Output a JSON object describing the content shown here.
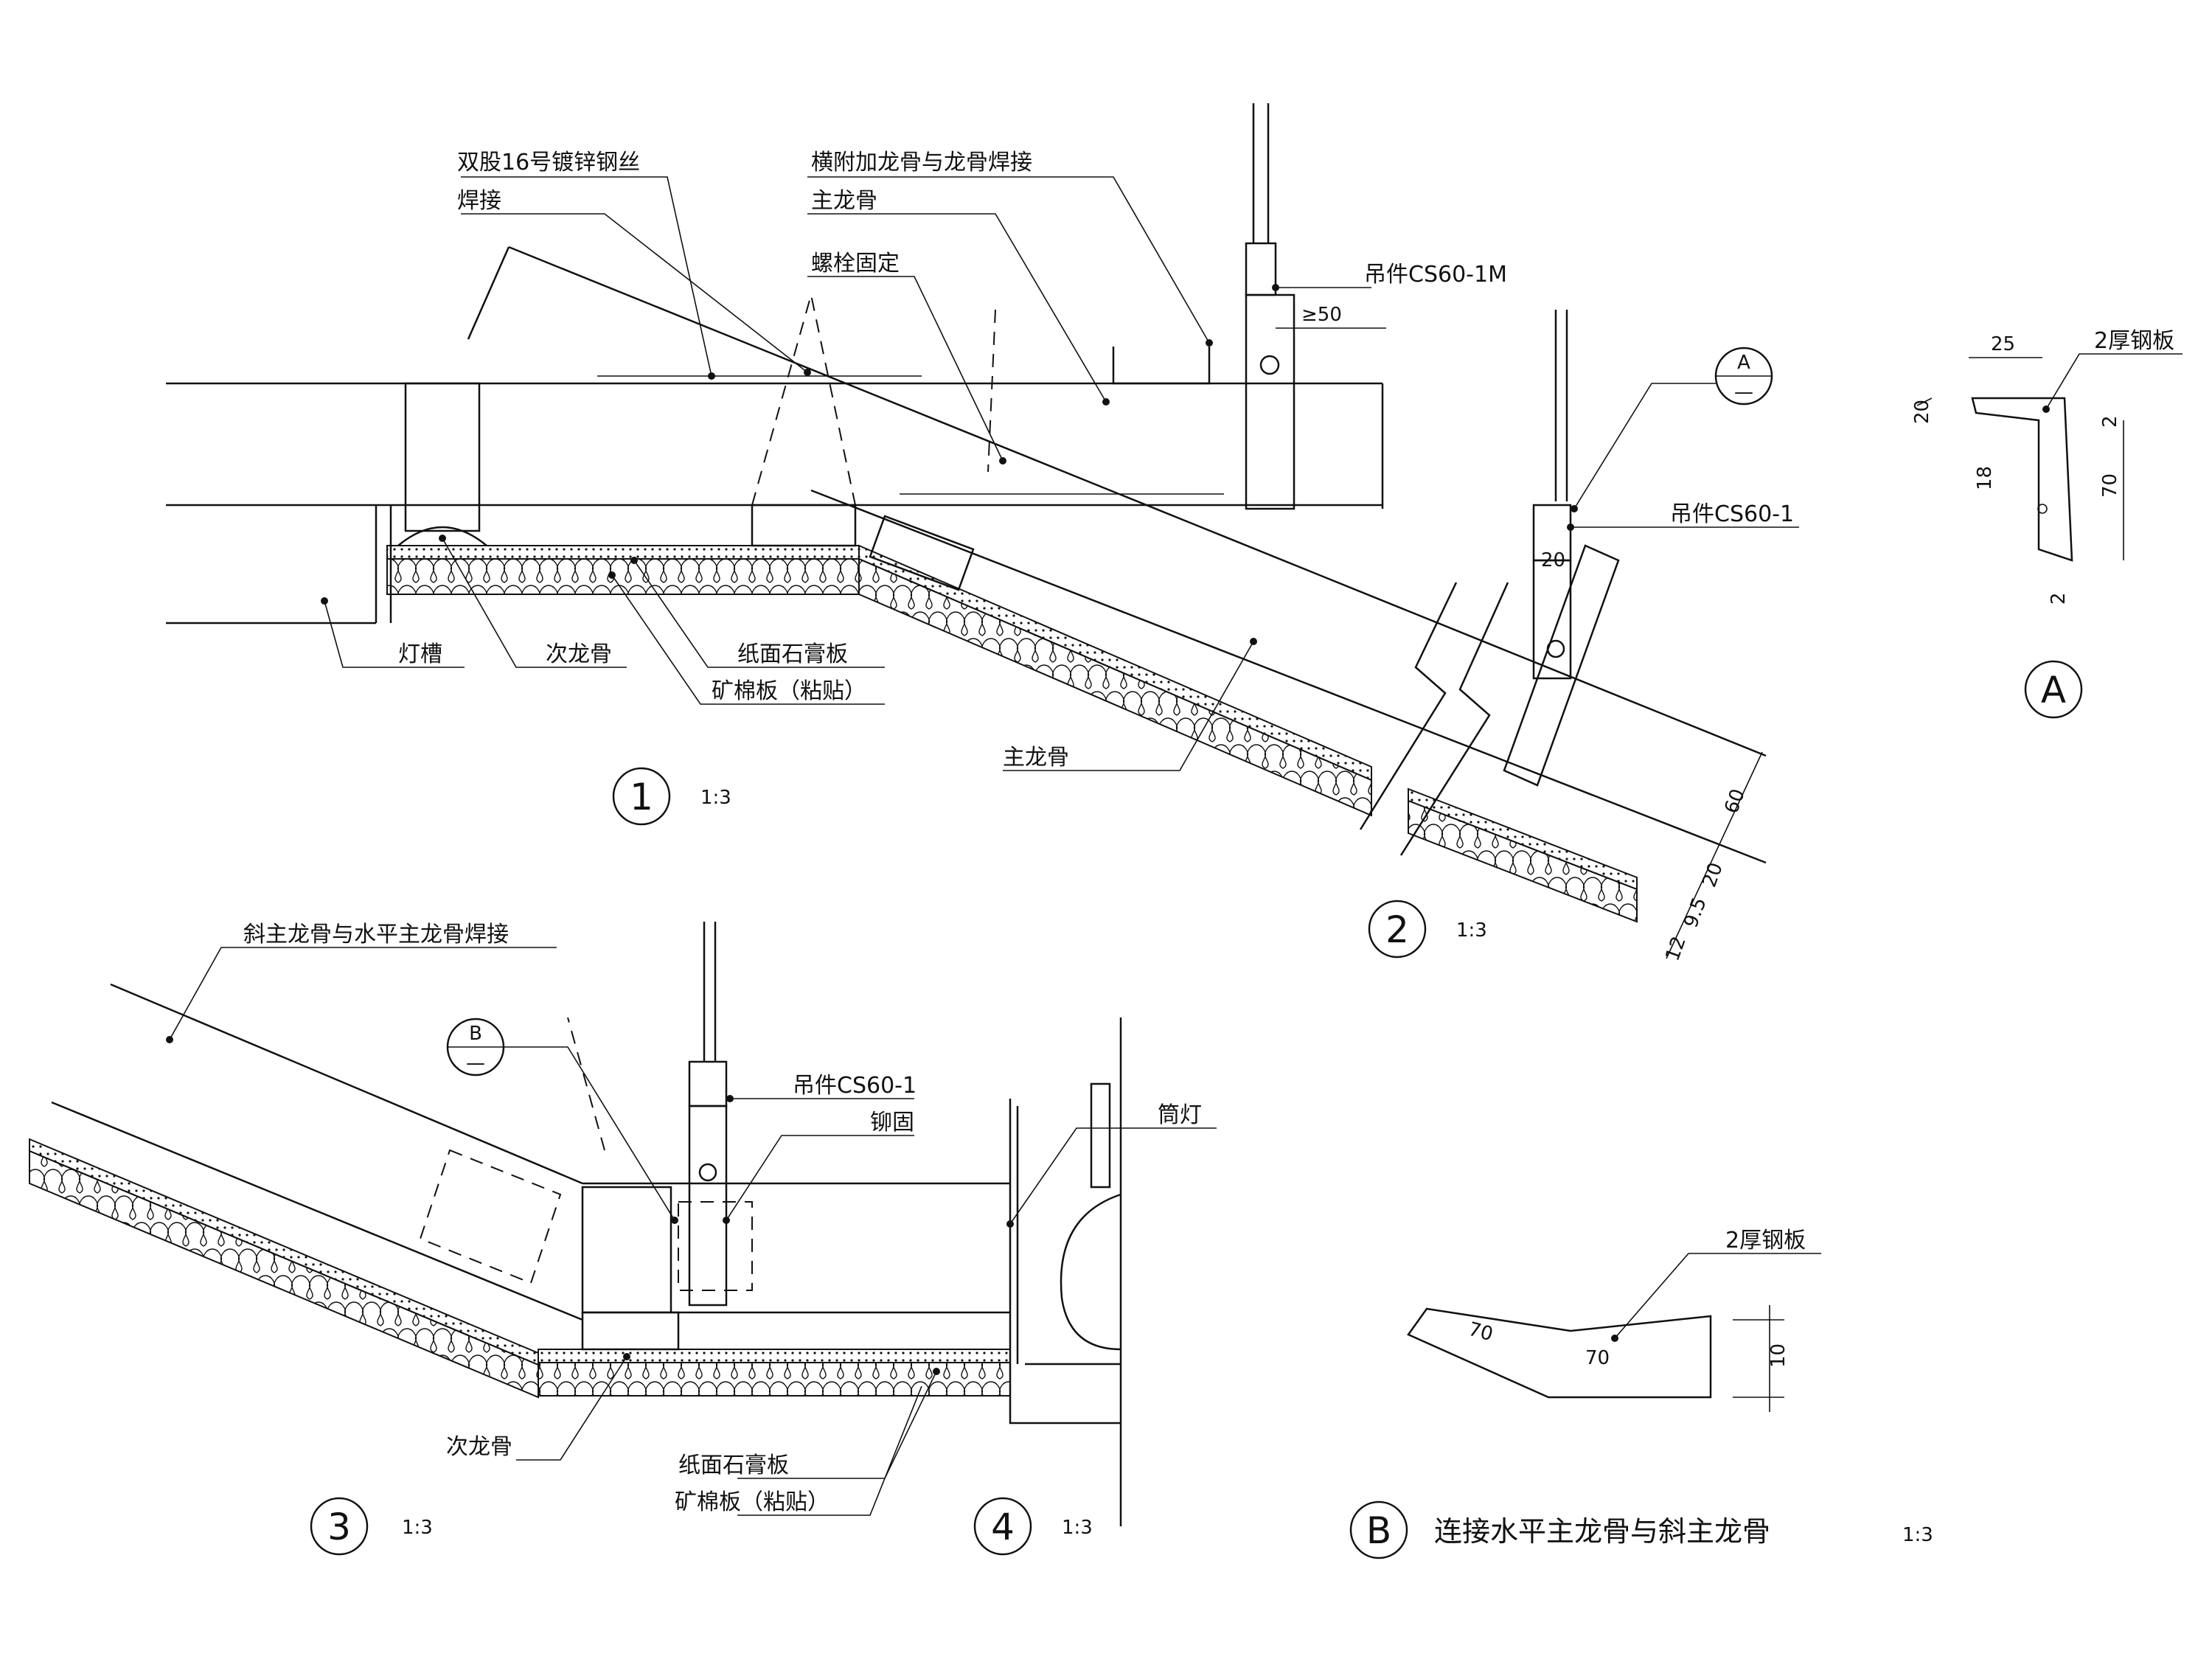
{
  "detail1": {
    "labels": {
      "wire": "双股16号镀锌钢丝",
      "weld": "焊接",
      "cross_weld": "横附加龙骨与龙骨焊接",
      "main_keel_top": "主龙骨",
      "bolt": "螺栓固定",
      "hanger_1m": "吊件CS60-1M",
      "min_dim": "≥50",
      "light_trough": "灯槽",
      "sub_keel": "次龙骨",
      "gypsum": "纸面石膏板",
      "mineral": "矿棉板（粘贴）",
      "main_keel_bottom": "主龙骨"
    },
    "marker": "1",
    "scale": "1:3"
  },
  "detail2": {
    "hanger": "吊件CS60-1",
    "callout_top": "A",
    "callout_bottom": "—",
    "dim_20": "20",
    "dims": [
      "60",
      "20",
      "9.5",
      "12"
    ],
    "marker": "2",
    "scale": "1:3"
  },
  "detailA": {
    "plate": "2厚钢板",
    "dims": {
      "w": "25",
      "h1": "20",
      "h2": "18",
      "t1": "2",
      "len": "70",
      "t2": "2"
    },
    "marker": "A"
  },
  "detail3": {
    "weld_label": "斜主龙骨与水平主龙骨焊接",
    "callout_top": "B",
    "callout_bottom": "—",
    "hanger": "吊件CS60-1",
    "rivet": "铆固",
    "sub_keel": "次龙骨",
    "gypsum": "纸面石膏板",
    "mineral": "矿棉板（粘贴）",
    "marker": "3",
    "scale": "1:3"
  },
  "detail4": {
    "downlight": "筒灯",
    "marker": "4",
    "scale": "1:3"
  },
  "detailB": {
    "plate": "2厚钢板",
    "dim_a": "70",
    "dim_b": "70",
    "dim_h": "10",
    "marker": "B",
    "title": "连接水平主龙骨与斜主龙骨",
    "scale": "1:3"
  }
}
